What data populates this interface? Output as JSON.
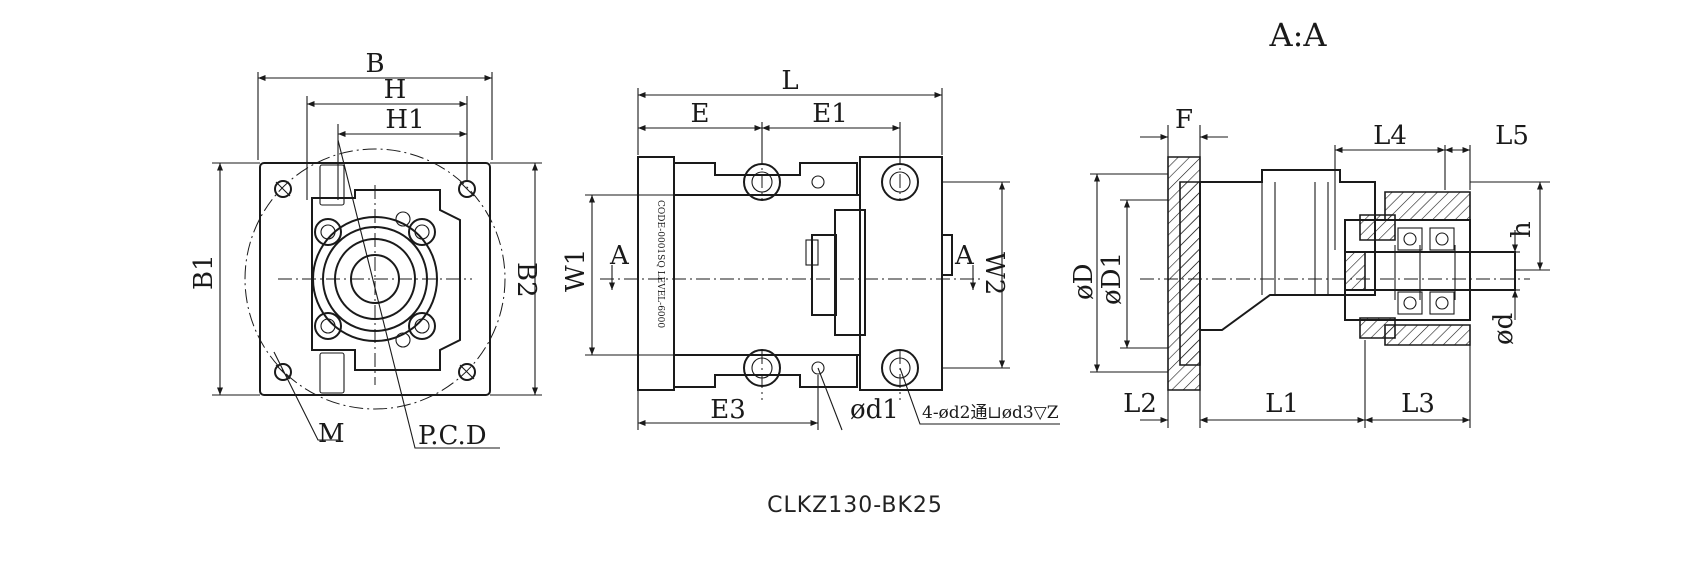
{
  "section_title": "A:A",
  "model_name": "CLKZ130-BK25",
  "vertical_text": "CODE-0001SQ LEVEL-6000",
  "labels": {
    "B": "B",
    "H": "H",
    "H1": "H1",
    "B1": "B1",
    "B2": "B2",
    "M": "M",
    "PCD": "P.C.D",
    "L": "L",
    "E": "E",
    "E1": "E1",
    "E3": "E3",
    "W1": "W1",
    "W2": "W2",
    "A_left": "A",
    "A_right": "A",
    "d1": "ød1",
    "hole_note": "4-ød2通⊔ød3▽Z",
    "F": "F",
    "L4": "L4",
    "L5": "L5",
    "h": "h",
    "D": "øD",
    "D1": "øD1",
    "d": "ød",
    "L1": "L1",
    "L2": "L2",
    "L3": "L3"
  }
}
